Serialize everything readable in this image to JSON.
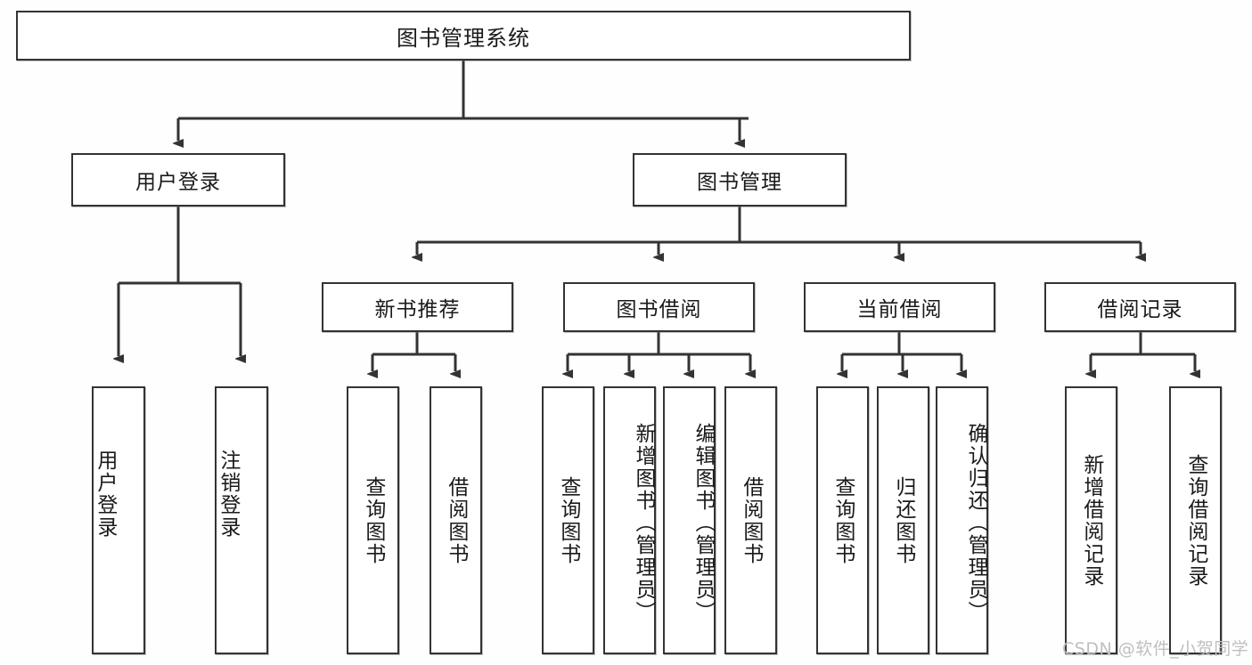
{
  "diagram": {
    "type": "tree-hierarchy-flowchart",
    "title": "图书管理系统",
    "watermark": "CSDN @软件_小贺同学",
    "colors": {
      "background": "#fefefe",
      "box_fill": "#ffffff",
      "box_border": "#333333",
      "connector": "#333333",
      "text": "#1a1a1a",
      "watermark": "#bfbfbf"
    },
    "levels": {
      "root": {
        "label": "图书管理系统"
      },
      "level2": [
        {
          "label": "用户登录"
        },
        {
          "label": "图书管理"
        }
      ],
      "level3": [
        {
          "label": "新书推荐"
        },
        {
          "label": "图书借阅"
        },
        {
          "label": "当前借阅"
        },
        {
          "label": "借阅记录"
        }
      ],
      "leaves": {
        "user_login": [
          {
            "label": "用户登录"
          },
          {
            "label": "注销登录"
          }
        ],
        "new_book_recommend": [
          {
            "label": "查询图书"
          },
          {
            "label": "借阅图书"
          }
        ],
        "book_borrow": [
          {
            "label": "查询图书"
          },
          {
            "label": "新增图书（管理员）"
          },
          {
            "label": "编辑图书（管理员）"
          },
          {
            "label": "借阅图书"
          }
        ],
        "current_borrow": [
          {
            "label": "查询图书"
          },
          {
            "label": "归还图书"
          },
          {
            "label": "确认归还（管理员）"
          }
        ],
        "borrow_record": [
          {
            "label": "新增借阅记录"
          },
          {
            "label": "查询借阅记录"
          }
        ]
      }
    }
  }
}
